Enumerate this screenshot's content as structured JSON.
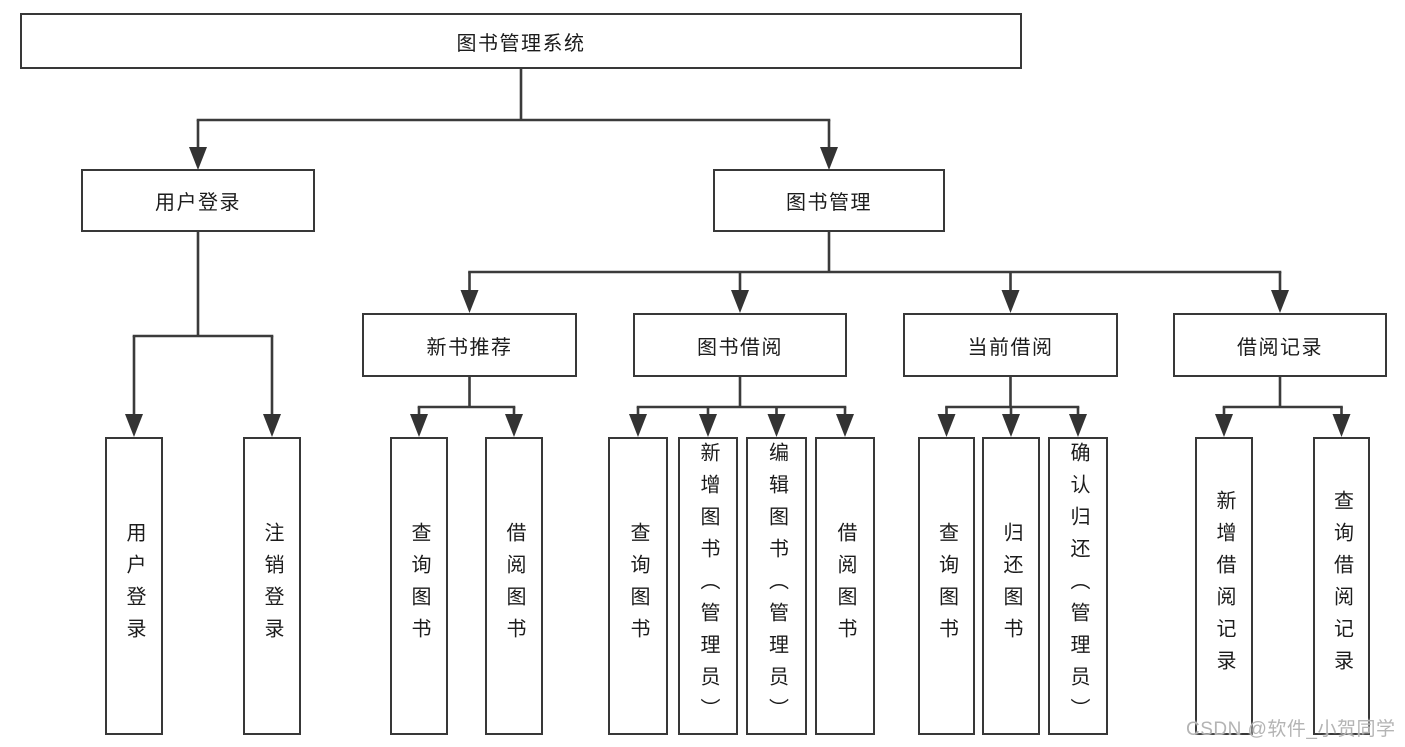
{
  "diagram": {
    "root": {
      "label": "图书管理系统",
      "children": [
        {
          "label": "用户登录",
          "children": [
            {
              "label": "用户登录"
            },
            {
              "label": "注销登录"
            }
          ]
        },
        {
          "label": "图书管理",
          "children": [
            {
              "label": "新书推荐",
              "children": [
                {
                  "label": "查询图书"
                },
                {
                  "label": "借阅图书"
                }
              ]
            },
            {
              "label": "图书借阅",
              "children": [
                {
                  "label": "查询图书"
                },
                {
                  "label": "新增图书（管理员）"
                },
                {
                  "label": "编辑图书（管理员）"
                },
                {
                  "label": "借阅图书"
                }
              ]
            },
            {
              "label": "当前借阅",
              "children": [
                {
                  "label": "查询图书"
                },
                {
                  "label": "归还图书"
                },
                {
                  "label": "确认归还（管理员）"
                }
              ]
            },
            {
              "label": "借阅记录",
              "children": [
                {
                  "label": "新增借阅记录"
                },
                {
                  "label": "查询借阅记录"
                }
              ]
            }
          ]
        }
      ]
    },
    "line_color": "#3b3b3b",
    "text_color": "#1c1c1c"
  },
  "watermark": {
    "text": "CSDN @软件_小贺同学"
  }
}
